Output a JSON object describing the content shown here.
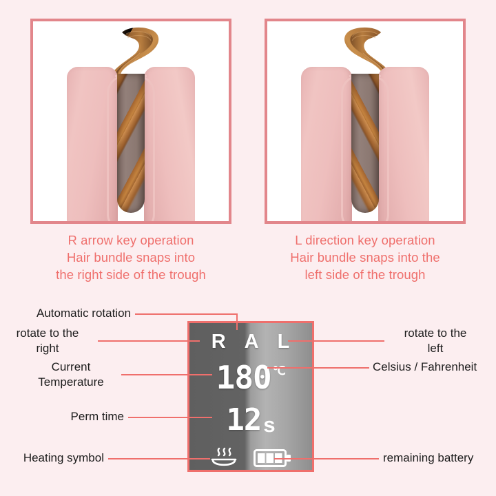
{
  "background_color": "#fceef0",
  "accent_color": "#ef6f6c",
  "frame_color": "#e2868b",
  "photos": [
    {
      "id": "photo-r-operation",
      "alt": "Pink automatic hair curler with brown hair strand wound into the right side of the trough"
    },
    {
      "id": "photo-l-operation",
      "alt": "Pink automatic hair curler with brown hair strand wound into the left side of the trough"
    }
  ],
  "captions": {
    "left": "R arrow key operation\nHair bundle snaps into\nthe right side of the trough",
    "left_lines": [
      "R arrow key operation",
      "Hair bundle snaps into",
      "the right side of the trough"
    ],
    "right_lines": [
      "L direction key operation",
      "Hair bundle snaps into the",
      "left side of the trough"
    ]
  },
  "lcd": {
    "direction_indicators": {
      "right": "R",
      "auto": "A",
      "left": "L"
    },
    "temperature": {
      "value": "180",
      "unit": "℃",
      "unit_name": "celsius-degree"
    },
    "perm_time": {
      "value": "12",
      "unit": "s"
    },
    "heating_symbol": "hot-steam-icon",
    "battery": {
      "bars": 3,
      "max_bars": 3
    }
  },
  "annotations": {
    "automatic_rotation": "Automatic rotation",
    "rotate_right_lines": [
      "rotate to the",
      "right"
    ],
    "current_temperature_lines": [
      "Current",
      "Temperature"
    ],
    "perm_time": "Perm time",
    "heating_symbol": "Heating symbol",
    "rotate_left_lines": [
      "rotate to the",
      "left"
    ],
    "celsius_fahrenheit": "Celsius / Fahrenheit",
    "remaining_battery": "remaining battery"
  }
}
